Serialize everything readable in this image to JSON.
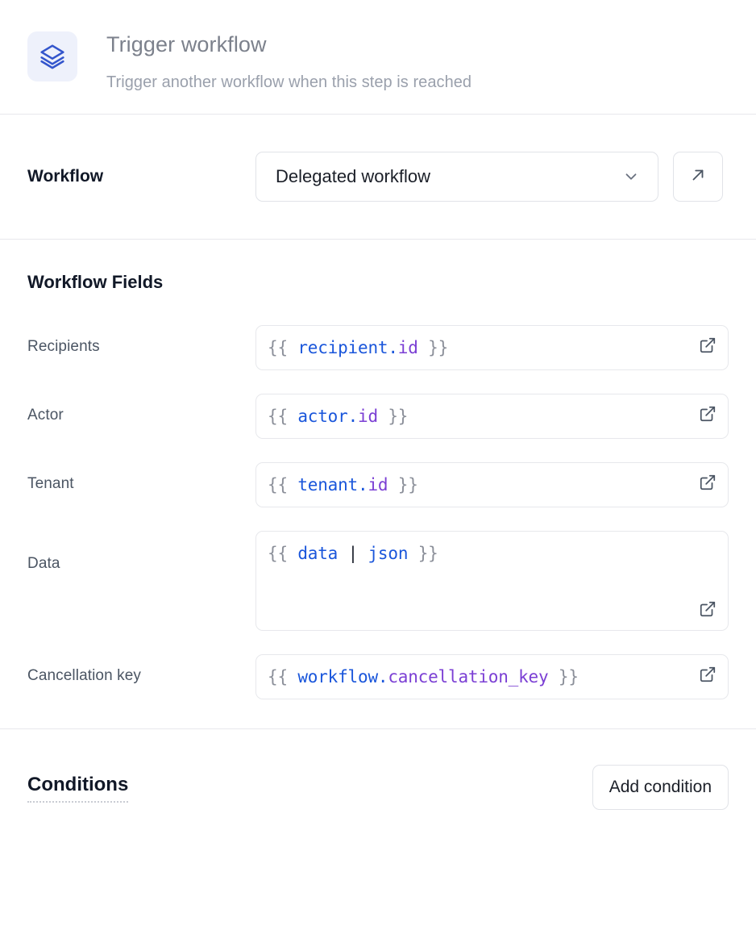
{
  "header": {
    "icon": "layers-stack-icon",
    "title": "Trigger workflow",
    "subtitle": "Trigger another workflow when this step is reached"
  },
  "workflow_row": {
    "label": "Workflow",
    "selected_option": "Delegated workflow",
    "dropdown_icon": "chevron-down-icon",
    "open_button_icon": "arrow-up-right-icon"
  },
  "workflow_fields": {
    "title": "Workflow Fields",
    "expand_icon": "external-link-icon",
    "fields": [
      {
        "label": "Recipients",
        "value": "{{ recipient.id }}",
        "tokens": [
          {
            "t": "{{ ",
            "k": "brace"
          },
          {
            "t": "recipient",
            "k": "root"
          },
          {
            "t": ".",
            "k": "dot"
          },
          {
            "t": "id",
            "k": "prop"
          },
          {
            "t": " }}",
            "k": "brace"
          }
        ],
        "multiline": false
      },
      {
        "label": "Actor",
        "value": "{{ actor.id }}",
        "tokens": [
          {
            "t": "{{ ",
            "k": "brace"
          },
          {
            "t": "actor",
            "k": "root"
          },
          {
            "t": ".",
            "k": "dot"
          },
          {
            "t": "id",
            "k": "prop"
          },
          {
            "t": " }}",
            "k": "brace"
          }
        ],
        "multiline": false
      },
      {
        "label": "Tenant",
        "value": "{{ tenant.id }}",
        "tokens": [
          {
            "t": "{{ ",
            "k": "brace"
          },
          {
            "t": "tenant",
            "k": "root"
          },
          {
            "t": ".",
            "k": "dot"
          },
          {
            "t": "id",
            "k": "prop"
          },
          {
            "t": " }}",
            "k": "brace"
          }
        ],
        "multiline": false
      },
      {
        "label": "Data",
        "value": "{{ data | json }}",
        "tokens": [
          {
            "t": "{{ ",
            "k": "brace"
          },
          {
            "t": "data",
            "k": "root"
          },
          {
            "t": " ",
            "k": "brace"
          },
          {
            "t": "|",
            "k": "pipe"
          },
          {
            "t": " ",
            "k": "brace"
          },
          {
            "t": "json",
            "k": "filter"
          },
          {
            "t": " }}",
            "k": "brace"
          }
        ],
        "multiline": true
      },
      {
        "label": "Cancellation key",
        "value": "{{ workflow.cancellation_key }}",
        "tokens": [
          {
            "t": "{{ ",
            "k": "brace"
          },
          {
            "t": "workflow",
            "k": "root"
          },
          {
            "t": ".",
            "k": "dot"
          },
          {
            "t": "cancellation_key",
            "k": "prop"
          },
          {
            "t": " }}",
            "k": "brace"
          }
        ],
        "multiline": false
      }
    ]
  },
  "conditions": {
    "title": "Conditions",
    "add_button_label": "Add condition"
  },
  "colors": {
    "icon_blue": "#3355cc",
    "icon_bg": "#eef1fb",
    "token_root_blue": "#1a56db",
    "token_prop_purple": "#7b3fd4",
    "token_brace_gray": "#8b8f99",
    "border": "#e1e3e8",
    "divider": "#e7e8ec",
    "title_gray": "#7c818c",
    "subtitle_gray": "#9aa0ac"
  }
}
